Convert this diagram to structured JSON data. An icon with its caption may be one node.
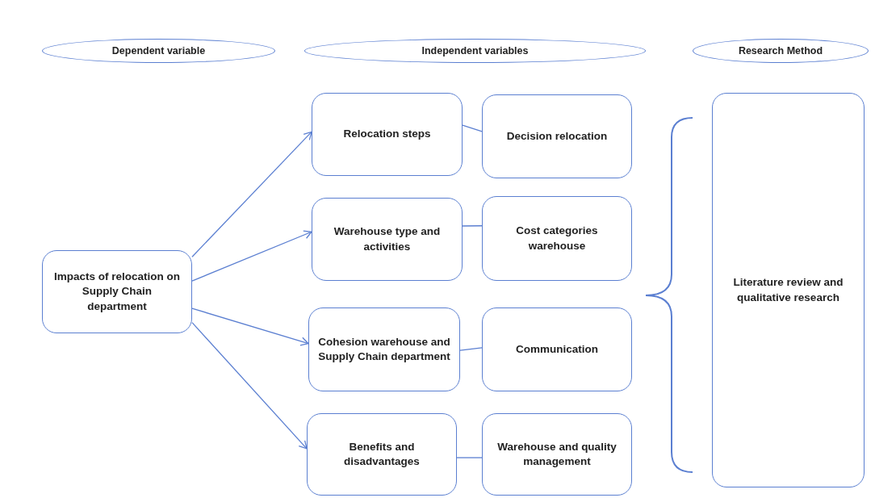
{
  "diagram": {
    "nodes": [
      {
        "text": [
          "Dependent variable"
        ]
      },
      {
        "text": [
          "Independent variables"
        ]
      },
      {
        "text": [
          "Research Method"
        ]
      },
      {
        "text": [
          "Impacts of relocation on Supply Chain department"
        ]
      },
      {
        "text": [
          "Relocation steps"
        ]
      },
      {
        "text": [
          "Decision relocation"
        ]
      },
      {
        "text": [
          "Warehouse type and activities"
        ]
      },
      {
        "text": [
          "Cost categories warehouse"
        ]
      },
      {
        "text": [
          "Cohesion warehouse and Supply Chain department"
        ]
      },
      {
        "text": [
          "Communication"
        ]
      },
      {
        "text": [
          "Benefits and disadvantages"
        ]
      },
      {
        "text": [
          "Warehouse and quality management"
        ]
      },
      {
        "text": [
          "Literature review and qualitative research"
        ]
      }
    ],
    "edges": [
      {
        "from": 3,
        "to": 4,
        "arrow": "to"
      },
      {
        "from": 3,
        "to": 6,
        "arrow": "to"
      },
      {
        "from": 3,
        "to": 8,
        "arrow": "to"
      },
      {
        "from": 3,
        "to": 10,
        "arrow": "to"
      },
      {
        "from": 4,
        "to": 5,
        "arrow": "none"
      },
      {
        "from": 6,
        "to": 7,
        "arrow": "none"
      },
      {
        "from": 8,
        "to": 9,
        "arrow": "none"
      },
      {
        "from": 10,
        "to": 11,
        "arrow": "none"
      }
    ]
  }
}
